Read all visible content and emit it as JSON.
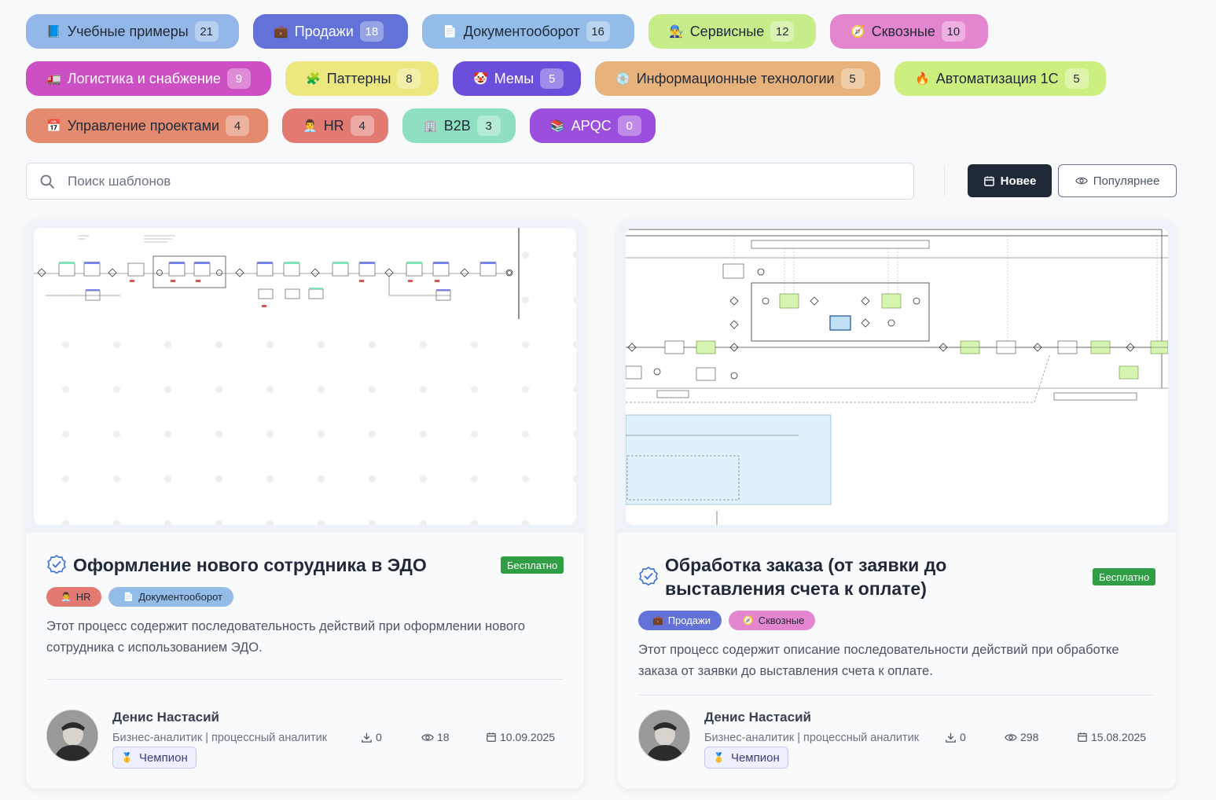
{
  "categories": [
    {
      "emoji": "📘",
      "label": "Учебные примеры",
      "count": "21",
      "color": "#93b7e8",
      "text": "dark"
    },
    {
      "emoji": "💼",
      "label": "Продажи",
      "count": "18",
      "color": "#6272d8",
      "text": "light"
    },
    {
      "emoji": "📄",
      "label": "Документооборот",
      "count": "16",
      "color": "#93bde8",
      "text": "dark"
    },
    {
      "emoji": "👨‍🔧",
      "label": "Сервисные",
      "count": "12",
      "color": "#c7ec8a",
      "text": "dark"
    },
    {
      "emoji": "🧭",
      "label": "Сквозные",
      "count": "10",
      "color": "#e486cf",
      "text": "dark"
    },
    {
      "emoji": "🚛",
      "label": "Логистика и снабжение",
      "count": "9",
      "color": "#cc4fc4",
      "text": "light"
    },
    {
      "emoji": "🧩",
      "label": "Паттерны",
      "count": "8",
      "color": "#ece87f",
      "text": "dark"
    },
    {
      "emoji": "🤡",
      "label": "Мемы",
      "count": "5",
      "color": "#6b4fdc",
      "text": "light"
    },
    {
      "emoji": "💿",
      "label": "Информационные технологии",
      "count": "5",
      "color": "#e8b27c",
      "text": "dark"
    },
    {
      "emoji": "🔥",
      "label": "Автоматизация 1С",
      "count": "5",
      "color": "#ccef80",
      "text": "dark"
    },
    {
      "emoji": "📅",
      "label": "Управление проектами",
      "count": "4",
      "color": "#e48a6f",
      "text": "dark"
    },
    {
      "emoji": "👨‍💼",
      "label": "HR",
      "count": "4",
      "color": "#e27a72",
      "text": "dark"
    },
    {
      "emoji": "🏢",
      "label": "B2B",
      "count": "3",
      "color": "#8fe0c0",
      "text": "dark"
    },
    {
      "emoji": "📚",
      "label": "APQC",
      "count": "0",
      "color": "#9b4fdc",
      "text": "light"
    }
  ],
  "search": {
    "placeholder": "Поиск шаблонов"
  },
  "sort": {
    "newest": "Новее",
    "popular": "Популярнее"
  },
  "cards": [
    {
      "title": "Оформление нового сотрудника в ЭДО",
      "badge": "Бесплатно",
      "tags": [
        {
          "emoji": "👨‍💼",
          "label": "HR",
          "color": "#e27a72"
        },
        {
          "emoji": "📄",
          "label": "Документооборот",
          "color": "#93bde8"
        }
      ],
      "description": "Этот процесс содержит последовательность действий при оформлении нового сотрудника с использованием ЭДО.",
      "author": "Денис Настасий",
      "role": "Бизнес-аналитик | процессный аналитик",
      "champion": "Чемпион",
      "downloads": "0",
      "views": "18",
      "date": "10.09.2025"
    },
    {
      "title": "Обработка заказа (от заявки до выставления счета к оплате)",
      "badge": "Бесплатно",
      "tags": [
        {
          "emoji": "💼",
          "label": "Продажи",
          "color": "#6272d8"
        },
        {
          "emoji": "🧭",
          "label": "Сквозные",
          "color": "#e486cf"
        }
      ],
      "description": "Этот процесс содержит описание последовательности действий при обработке заказа от заявки до выставления счета к оплате.",
      "author": "Денис Настасий",
      "role": "Бизнес-аналитик | процессный аналитик",
      "champion": "Чемпион",
      "downloads": "0",
      "views": "298",
      "date": "15.08.2025"
    }
  ],
  "icons": {
    "search": "search-icon",
    "calendar": "calendar-icon",
    "eye": "eye-icon",
    "download": "download-icon",
    "verified": "verified-check-icon",
    "medal": "medal-icon"
  }
}
